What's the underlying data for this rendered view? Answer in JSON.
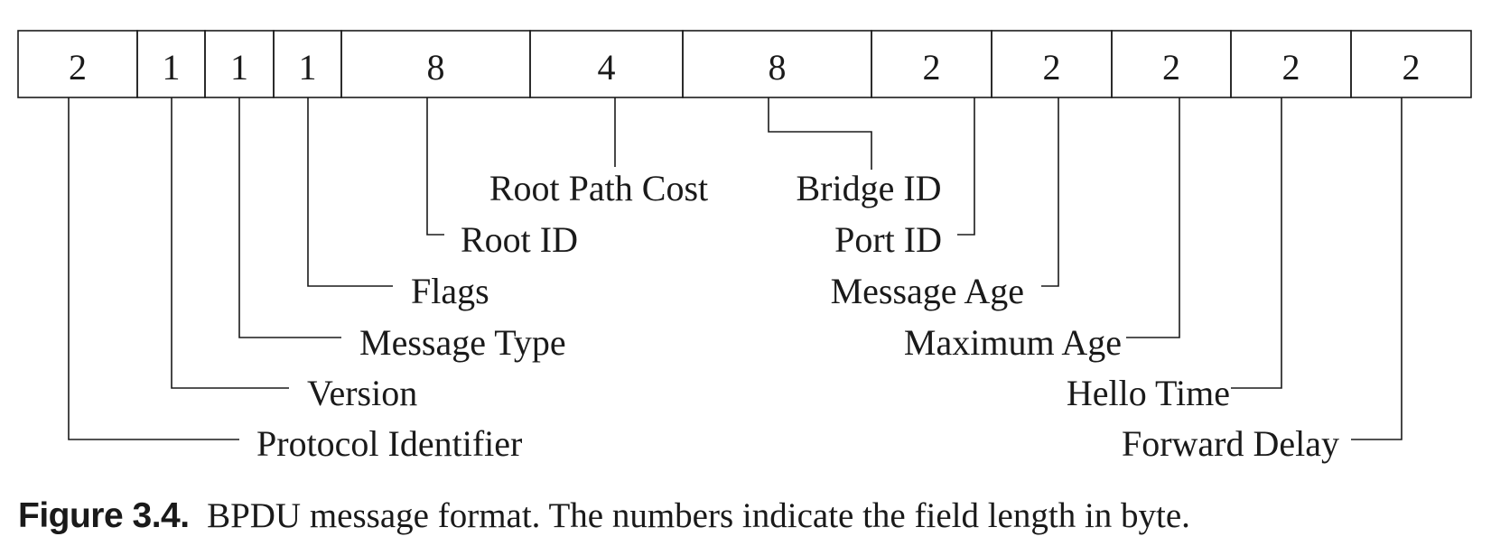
{
  "diagram": {
    "line_color": "#1a1a1a",
    "fields": [
      {
        "size": "2",
        "label": "Protocol Identifier"
      },
      {
        "size": "1",
        "label": "Version"
      },
      {
        "size": "1",
        "label": "Message Type"
      },
      {
        "size": "1",
        "label": "Flags"
      },
      {
        "size": "8",
        "label": "Root ID"
      },
      {
        "size": "4",
        "label": "Root Path Cost"
      },
      {
        "size": "8",
        "label": "Bridge ID"
      },
      {
        "size": "2",
        "label": "Port ID"
      },
      {
        "size": "2",
        "label": "Message Age"
      },
      {
        "size": "2",
        "label": "Maximum Age"
      },
      {
        "size": "2",
        "label": "Hello Time"
      },
      {
        "size": "2",
        "label": "Forward Delay"
      }
    ]
  },
  "caption": {
    "label": "Figure 3.4.",
    "text": "BPDU message format. The numbers indicate the field length in byte."
  }
}
